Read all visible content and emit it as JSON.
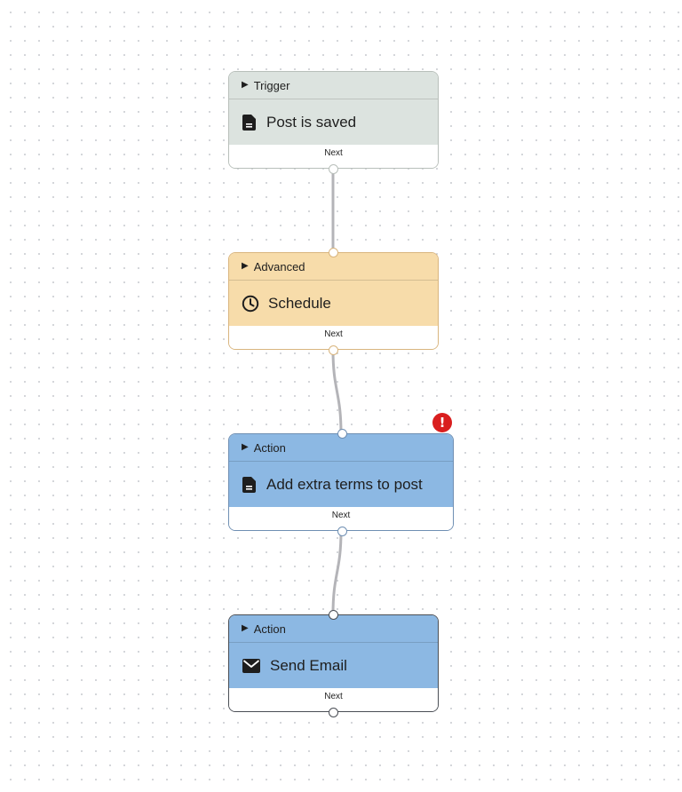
{
  "colors": {
    "trigger": "#dce3df",
    "trigger_border": "#b8bfba",
    "advanced": "#f7dcaa",
    "advanced_border": "#d9b57e",
    "action": "#8cb8e3",
    "action_border": "#6f8fb3",
    "action_border_dark": "#4a4e55",
    "edge": "#b4b4b8",
    "error": "#d91e1e"
  },
  "nodes": [
    {
      "category": "Trigger",
      "title": "Post is saved",
      "icon": "document-icon",
      "footer": "Next",
      "type": "trigger"
    },
    {
      "category": "Advanced",
      "title": "Schedule",
      "icon": "clock-icon",
      "footer": "Next",
      "type": "advanced"
    },
    {
      "category": "Action",
      "title": "Add extra terms to post",
      "icon": "document-icon",
      "footer": "Next",
      "type": "action",
      "has_error": true
    },
    {
      "category": "Action",
      "title": "Send Email",
      "icon": "envelope-icon",
      "footer": "Next",
      "type": "action",
      "selected": true
    }
  ],
  "error_badge": {
    "symbol": "!"
  }
}
